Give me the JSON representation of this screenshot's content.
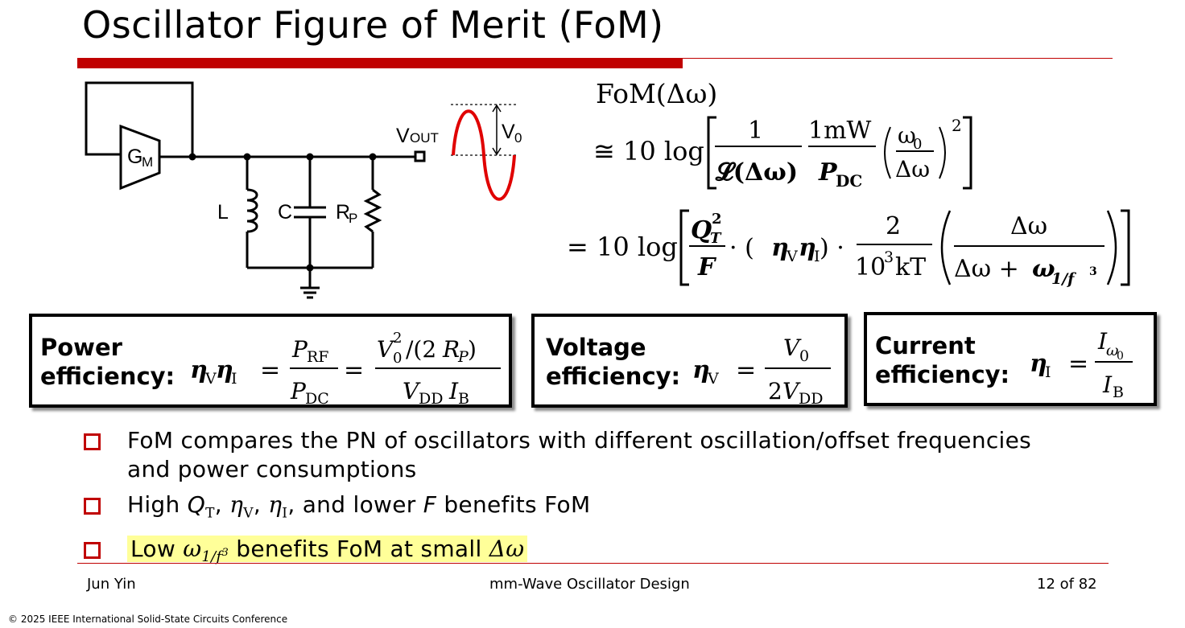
{
  "slide": {
    "title": "Oscillator Figure of Merit (FoM)"
  },
  "circuit": {
    "gm_label": "G",
    "gm_sub": "M",
    "l_label": "L",
    "c_label": "C",
    "rp_label": "R",
    "rp_sub": "P",
    "vout_label": "V",
    "vout_sub": "OUT",
    "v0_label": "V",
    "v0_sub": "0"
  },
  "equation": {
    "lhs": "FoM(Δω)",
    "approx": "≅ 10 log",
    "one": "1",
    "calL": "𝓛(Δω)",
    "mw": "1mW",
    "pdc": "P",
    "pdc_sub": "DC",
    "w0": "ω",
    "w0_sub": "0",
    "dw": "Δω",
    "sq": "2",
    "eq2": "= 10 log",
    "qt": "Q",
    "qt_sub": "T",
    "qt_sup": "2",
    "f": "F",
    "dot1": "· (",
    "etav": "η",
    "etav_sub": "V",
    "etai": "η",
    "etai_sub": "I",
    "dot2": ") ·",
    "two": "2",
    "tkt": "10",
    "tkt_sup": "3",
    "tkt_rest": "kT",
    "num_dw": "Δω",
    "den_dw": "Δω + ",
    "w13": "ω",
    "w13_sub": "1/f",
    "w13_sup": "3"
  },
  "boxes": {
    "power": {
      "label_line1": "Power",
      "label_line2": "efficiency:",
      "eta": "η",
      "eta_v": "V",
      "eta_i": "I",
      "eq": "=",
      "prf": "P",
      "prf_sub": "RF",
      "pdc": "P",
      "pdc_sub": "DC",
      "v0": "V",
      "v0_sub": "0",
      "v0_sup": "2",
      "rp_text": "/(2",
      "rp": "R",
      "rp_sub": "P",
      "close": ")",
      "vdd": "V",
      "vdd_sub": "DD",
      "ib": "I",
      "ib_sub": "B"
    },
    "voltage": {
      "label_line1": "Voltage",
      "label_line2": "efficiency:",
      "eta": "η",
      "eta_sub": "V",
      "eq": "=",
      "v0": "V",
      "v0_sub": "0",
      "den": "2",
      "vdd": "V",
      "vdd_sub": "DD"
    },
    "current": {
      "label_line1": "Current",
      "label_line2": "efficiency:",
      "eta": "η",
      "eta_sub": "I",
      "eq": "=",
      "iw": "I",
      "iw_sub": "ω",
      "iw_sub2": "0",
      "ib": "I",
      "ib_sub": "B"
    }
  },
  "bullets": {
    "b1_line1": "FoM compares the PN of oscillators with different oscillation/offset frequencies",
    "b1_line2": "and power consumptions",
    "b2_a": "High ",
    "b2_q": "Q",
    "b2_q_sub": "T",
    "b2_b": ", ",
    "b2_etav": "η",
    "b2_etav_sub": "V",
    "b2_c": ", ",
    "b2_etai": "η",
    "b2_etai_sub": "I",
    "b2_d": ", and lower ",
    "b2_f": "F",
    "b2_e": " benefits FoM",
    "b3_a": "Low ",
    "b3_w": "ω",
    "b3_w_sub": "1/f",
    "b3_w_sup": "3",
    "b3_b": " benefits FoM at small ",
    "b3_dw": "Δω"
  },
  "footer": {
    "author": "Jun Yin",
    "center": "mm-Wave Oscillator Design",
    "page": "12 of 82",
    "copyright": "© 2025 IEEE International Solid-State Circuits Conference"
  },
  "colors": {
    "accent": "#c00000",
    "sine": "#e00000",
    "highlight": "#ffff99"
  }
}
